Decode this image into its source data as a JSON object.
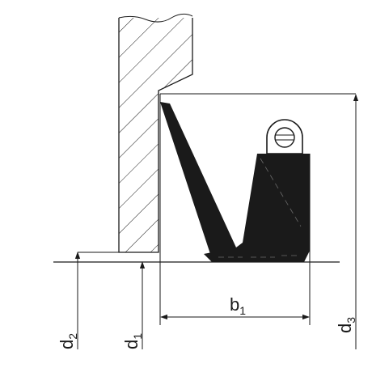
{
  "dimensions": {
    "d2": {
      "base": "d",
      "sub": "2"
    },
    "d1": {
      "base": "d",
      "sub": "1"
    },
    "b1": {
      "base": "b",
      "sub": "1"
    },
    "d3": {
      "base": "d",
      "sub": "3"
    }
  },
  "colors": {
    "line": "#1a1a1a",
    "seal_fill": "#1a1a1a",
    "hatch": "#1a1a1a",
    "background": "#ffffff"
  }
}
